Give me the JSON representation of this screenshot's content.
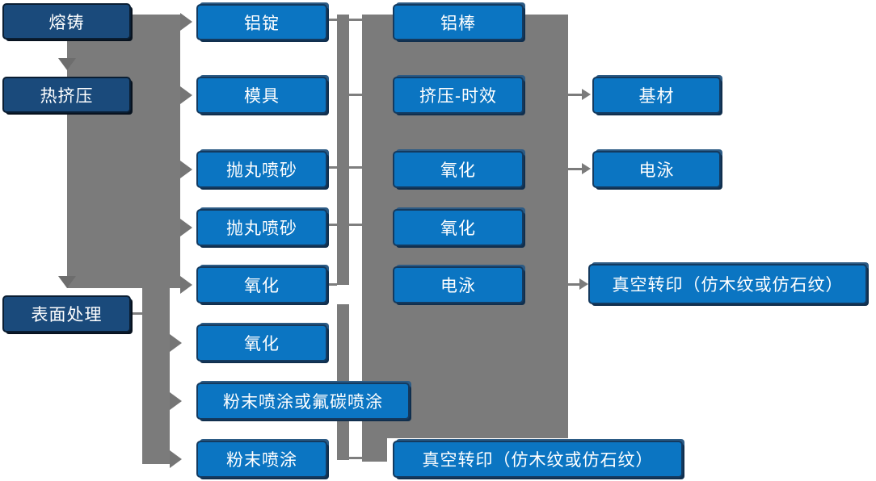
{
  "flow": {
    "description_labels": {
      "stage_column": "process-stages",
      "columns_count": 4
    },
    "nodes": {
      "col1": [
        "熔铸",
        "热挤压",
        "表面处理"
      ],
      "col2": [
        "铝锭",
        "模具",
        "抛丸喷砂",
        "抛丸喷砂",
        "氧化",
        "氧化",
        "粉末喷涂或氟碳喷涂",
        "粉末喷涂"
      ],
      "col3": [
        "铝棒",
        "挤压-时效",
        "氧化",
        "氧化",
        "电泳",
        "真空转印（仿木纹或仿石纹）"
      ],
      "col4": [
        "基材",
        "电泳",
        "真空转印（仿木纹或仿石纹）"
      ]
    },
    "colors": {
      "node_blue": "#0b75c2",
      "node_dark_blue": "#1a4a7b",
      "node_border": "#143a5f",
      "connector_gray": "#7b7b7b",
      "text": "#ffffff"
    }
  }
}
